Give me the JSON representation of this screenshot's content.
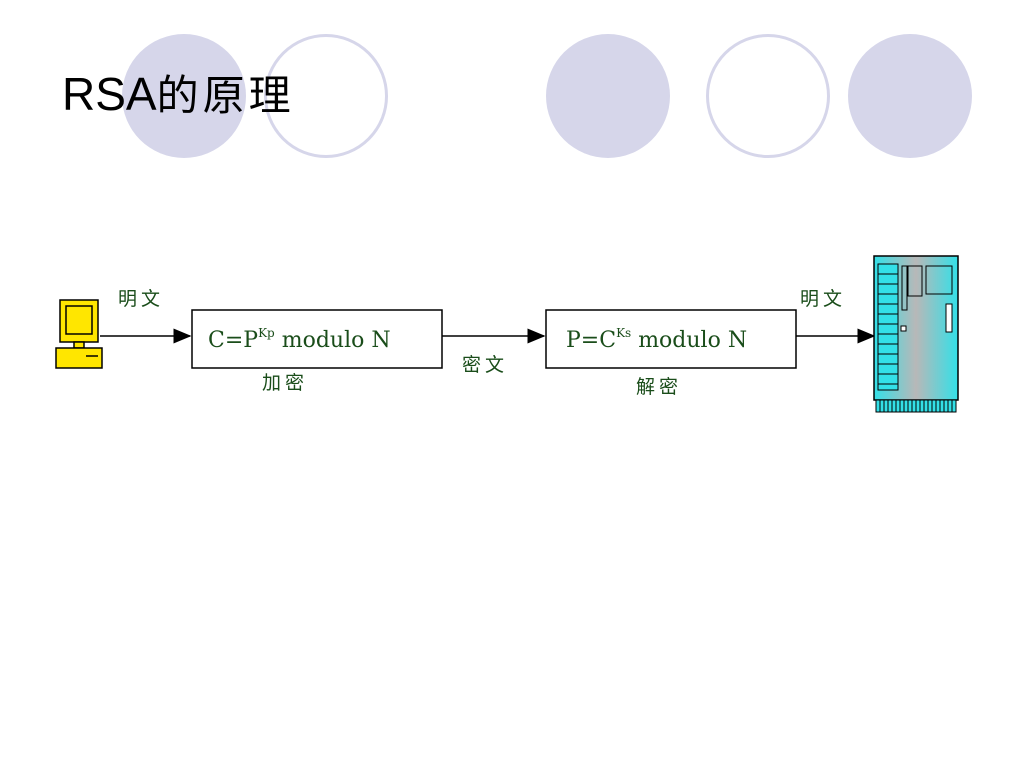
{
  "title": {
    "latin": "RSA",
    "cjk": "的原理"
  },
  "diagram": {
    "labels": {
      "plaintext_left": "明文",
      "encrypt_box": {
        "lhs": "C=P",
        "sup": "Kp",
        "rhs": " modulo N"
      },
      "encrypt_caption": "加密",
      "ciphertext": "密文",
      "decrypt_box": {
        "lhs": "P=C",
        "sup": "Ks",
        "rhs": " modulo N"
      },
      "decrypt_caption": "解密",
      "plaintext_right": "明文"
    },
    "icons": {
      "sender": "computer-icon",
      "receiver": "server-icon"
    }
  },
  "colors": {
    "circle_fill": "#d6d6ea",
    "label_green": "#1a4d1a",
    "computer_yellow": "#ffe600",
    "server_cyan": "#33e0e8"
  }
}
